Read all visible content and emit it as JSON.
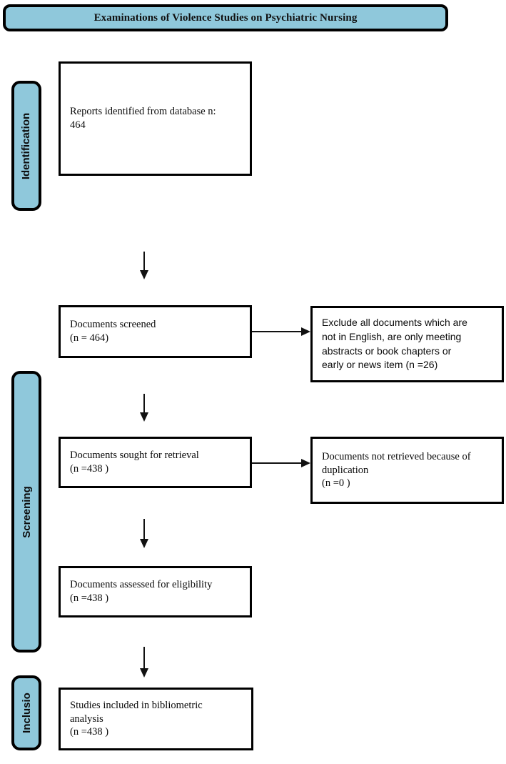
{
  "header": {
    "title": "Examinations of Violence Studies on Psychiatric Nursing",
    "fill_color": "#8fc8db",
    "border_color": "#000000"
  },
  "phases": [
    {
      "id": "identification",
      "label": "Identification"
    },
    {
      "id": "screening",
      "label": "Screening"
    },
    {
      "id": "inclusion",
      "label": "Inclusio"
    }
  ],
  "boxes": {
    "identified": {
      "text": "Reports identified from database n:\n464"
    },
    "screened": {
      "text": "Documents screened\n(n = 464)"
    },
    "excluded": {
      "text": "Exclude all documents which are\nnot in English, are only meeting\nabstracts or book chapters or\nearly or news item (n =26)"
    },
    "sought": {
      "text": "Documents sought for retrieval\n(n =438 )"
    },
    "not_retrieved": {
      "text": "Documents not retrieved because of\nduplication\n(n =0 )"
    },
    "assessed": {
      "text": "Documents assessed for eligibility\n(n =438 )"
    },
    "included": {
      "text": "Studies included in bibliometric\nanalysis\n(n =438 )"
    }
  },
  "connectors": {
    "down_arrow_1": "down-arrow",
    "down_arrow_2": "down-arrow",
    "down_arrow_3": "down-arrow",
    "down_arrow_4": "down-arrow",
    "right_arrow_1": "right-arrow",
    "right_arrow_2": "right-arrow"
  }
}
